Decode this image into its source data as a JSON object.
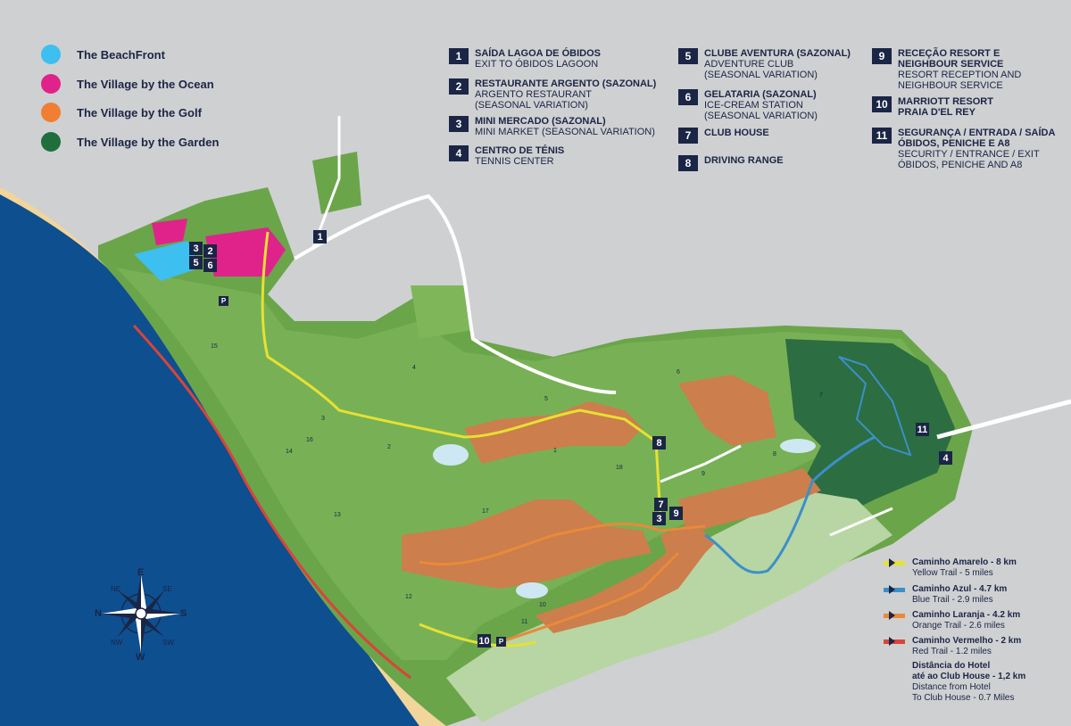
{
  "legend": [
    {
      "label": "The BeachFront",
      "color": "#3dbff0"
    },
    {
      "label": "The Village by the Ocean",
      "color": "#e0238a"
    },
    {
      "label": "The Village by the Golf",
      "color": "#f07e33"
    },
    {
      "label": "The Village by the Garden",
      "color": "#1f6e3b"
    }
  ],
  "points": [
    {
      "num": "1",
      "pt": "Saída Lagoa de Óbidos",
      "en": "Exit to Óbidos Lagoon"
    },
    {
      "num": "2",
      "pt": "Restaurante Argento (Sazonal)",
      "en": "Argento Restaurant (Seasonal Variation)"
    },
    {
      "num": "3",
      "pt": "Mini Mercado (Sazonal)",
      "en": "Mini Market (Seasonal Variation)"
    },
    {
      "num": "4",
      "pt": "Centro de Ténis",
      "en": "Tennis Center"
    },
    {
      "num": "5",
      "pt": "Clube Aventura (Sazonal)",
      "en": "Adventure Club (Seasonal Variation)"
    },
    {
      "num": "6",
      "pt": "Gelataria (Sazonal)",
      "en": "Ice-Cream Station (Seasonal Variation)"
    },
    {
      "num": "7",
      "pt": "Club House",
      "en": ""
    },
    {
      "num": "8",
      "pt": "Driving Range",
      "en": ""
    },
    {
      "num": "9",
      "pt": "Receção Resort e Neighbour Service",
      "en": "Resort Reception and Neighbour Service"
    },
    {
      "num": "10",
      "pt": "Marriott Resort Praia D'El Rey",
      "en": ""
    },
    {
      "num": "11",
      "pt": "Segurança / Entrada / Saída Óbidos, Peniche e A8",
      "en": "Security / Entrance / Exit Óbidos, Peniche and A8"
    }
  ],
  "trails": [
    {
      "pt": "Caminho Amarelo - 8 km",
      "en": "Yellow Trail - 5 miles",
      "color": "#e6e132"
    },
    {
      "pt": "Caminho Azul - 4.7 km",
      "en": "Blue Trail - 2.9 miles",
      "color": "#3c8fc9"
    },
    {
      "pt": "Caminho Laranja - 4.2 km",
      "en": "Orange Trail - 2.6 miles",
      "color": "#e88a3a"
    },
    {
      "pt": "Caminho Vermelho - 2 km",
      "en": "Red Trail - 1.2 miles",
      "color": "#d9443a"
    }
  ],
  "distance": {
    "pt1": "Distância do Hotel",
    "pt2": "até ao Club House - 1,2 km",
    "en1": "Distance from Hotel",
    "en2": "To Club House - 0.7 Miles"
  },
  "compass": {
    "n": "N",
    "s": "S",
    "e": "E",
    "w": "W",
    "ne": "NE",
    "se": "SE",
    "nw": "NW",
    "sw": "SW"
  },
  "markers": [
    "1",
    "2",
    "3",
    "5",
    "6",
    "8",
    "7",
    "3",
    "9",
    "11",
    "4",
    "10"
  ],
  "holes": [
    "1",
    "2",
    "3",
    "4",
    "5",
    "6",
    "7",
    "8",
    "9",
    "10",
    "11",
    "12",
    "13",
    "14",
    "15",
    "16",
    "17",
    "18"
  ],
  "parking": "P"
}
